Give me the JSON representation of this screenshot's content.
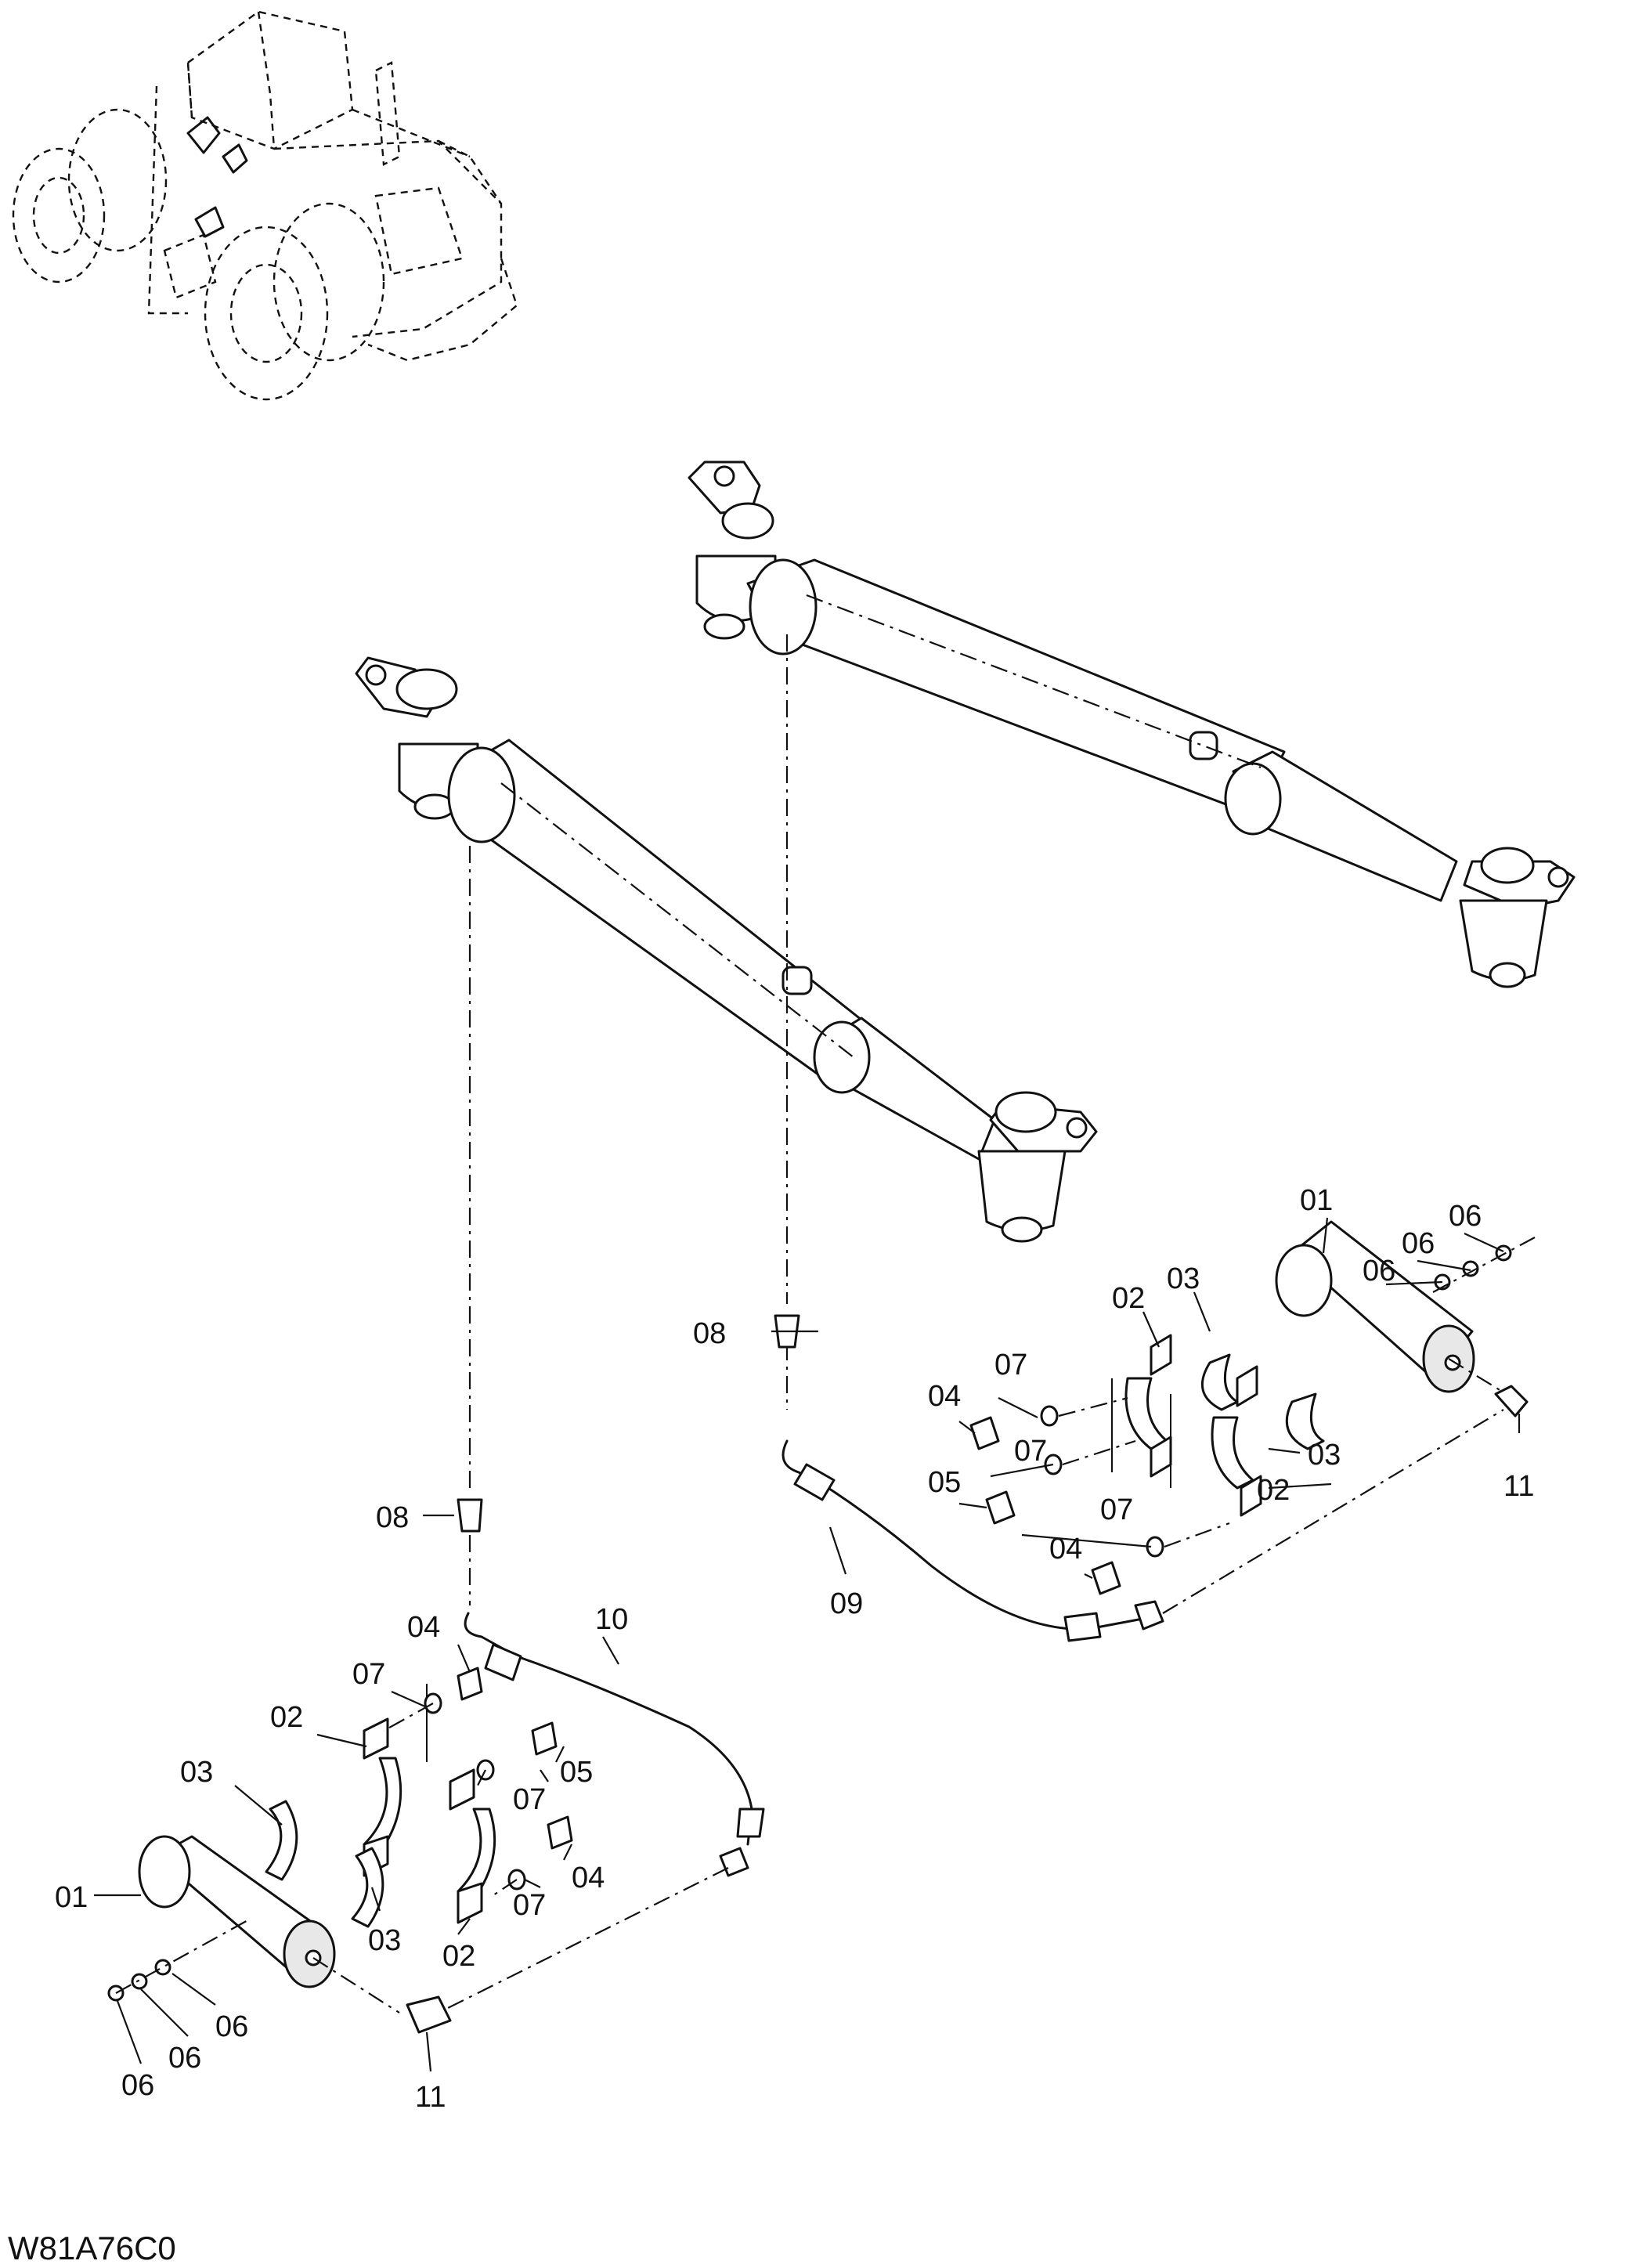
{
  "diagram_code": "W81A76C0",
  "callouts": {
    "upper_01": "01",
    "upper_02a": "02",
    "upper_02b": "02",
    "upper_03a": "03",
    "upper_03b": "03",
    "upper_04a": "04",
    "upper_04b": "04",
    "upper_05": "05",
    "upper_06a": "06",
    "upper_06b": "06",
    "upper_06c": "06",
    "upper_07a": "07",
    "upper_07b": "07",
    "upper_07c": "07",
    "upper_08": "08",
    "upper_09": "09",
    "upper_11": "11",
    "lower_01": "01",
    "lower_02a": "02",
    "lower_02b": "02",
    "lower_03a": "03",
    "lower_03b": "03",
    "lower_04a": "04",
    "lower_04b": "04",
    "lower_05": "05",
    "lower_06a": "06",
    "lower_06b": "06",
    "lower_06c": "06",
    "lower_07a": "07",
    "lower_07b": "07",
    "lower_07c": "07",
    "lower_08": "08",
    "lower_10": "10",
    "lower_11": "11"
  }
}
